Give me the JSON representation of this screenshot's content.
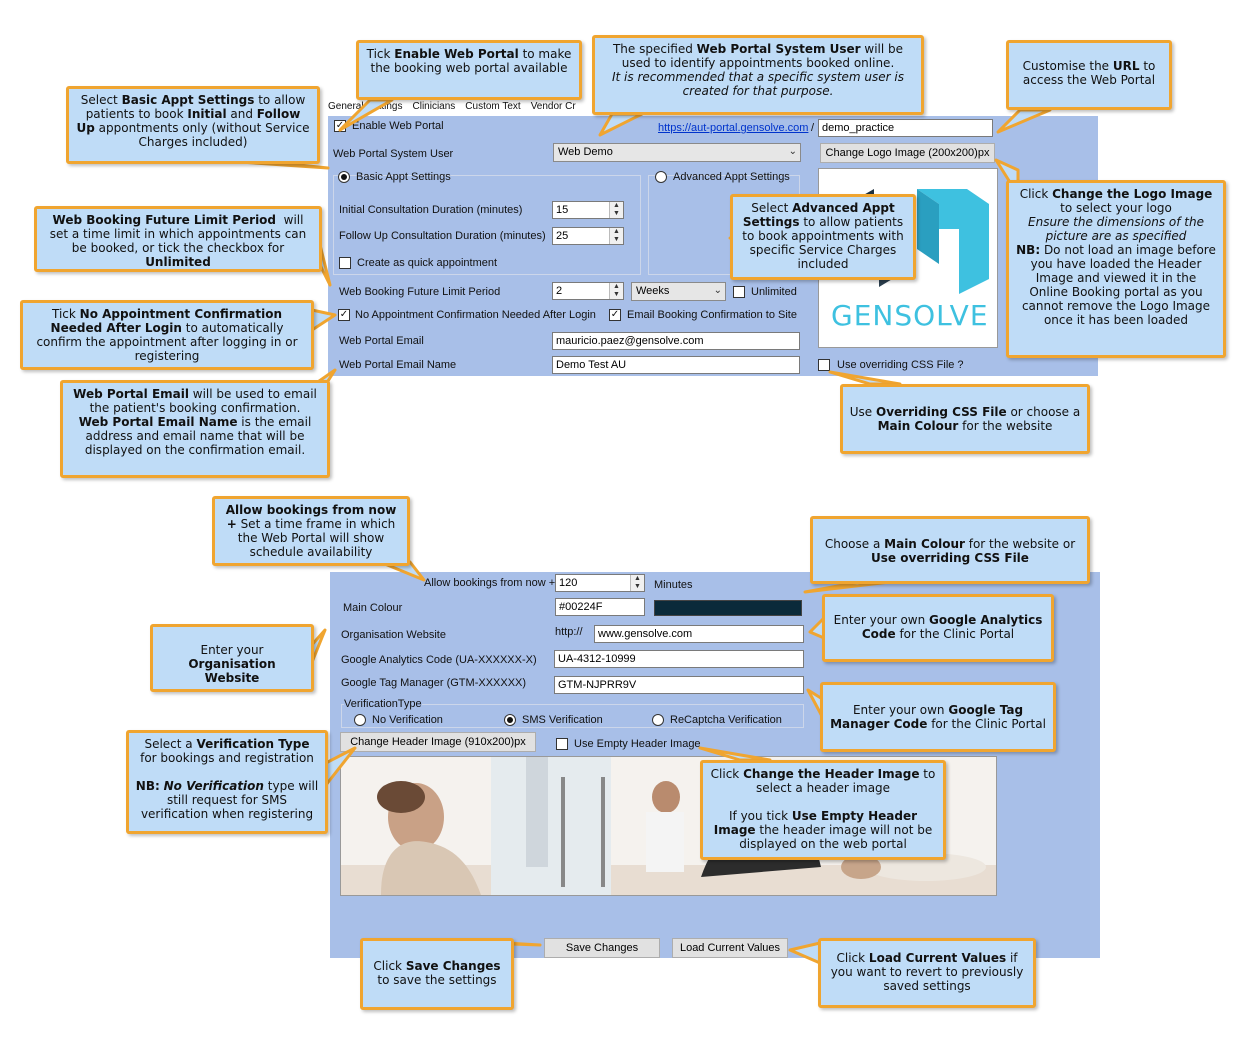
{
  "tabs": [
    "General Settings",
    "Clinicians",
    "Custom Text",
    "Vendor Cr"
  ],
  "top_form": {
    "enable_web_portal_label": "Enable Web Portal",
    "enable_web_portal_checked": true,
    "portal_url": "https://aut-portal.gensolve.com",
    "url_separator": "/",
    "practice_name": "demo_practice",
    "system_user_label": "Web Portal System User",
    "system_user_value": "Web Demo",
    "change_logo_button": "Change Logo Image (200x200)px",
    "basic_appt_label": "Basic Appt Settings",
    "advanced_appt_label": "Advanced Appt Settings",
    "initial_duration_label": "Initial Consultation Duration (minutes)",
    "initial_duration_value": "15",
    "followup_duration_label": "Follow Up Consultation Duration (minutes)",
    "followup_duration_value": "25",
    "quick_appt_label": "Create as quick appointment",
    "future_limit_label": "Web Booking Future Limit Period",
    "future_limit_value": "2",
    "future_limit_unit": "Weeks",
    "unlimited_label": "Unlimited",
    "no_confirm_label": "No Appointment Confirmation Needed After Login",
    "email_confirm_label": "Email Booking Confirmation to Site",
    "portal_email_label": "Web Portal Email",
    "portal_email_value": "mauricio.paez@gensolve.com",
    "portal_email_name_label": "Web Portal Email Name",
    "portal_email_name_value": "Demo Test AU",
    "css_label": "Use overriding CSS File ?",
    "logo_text": "GENSOLVE"
  },
  "bottom_form": {
    "allow_bookings_label": "Allow bookings from now +",
    "allow_bookings_value": "120",
    "minutes_label": "Minutes",
    "main_colour_label": "Main Colour",
    "main_colour_value": "#00224F",
    "main_colour_swatch": "#0a2a3a",
    "org_website_label": "Organisation Website",
    "http_prefix": "http://",
    "org_website_value": "www.gensolve.com",
    "ga_label": "Google Analytics Code (UA-XXXXXX-X)",
    "ga_value": "UA-4312-10999",
    "gtm_label": "Google Tag Manager (GTM-XXXXXX)",
    "gtm_value": "GTM-NJPRR9V",
    "verification_type_label": "VerificationType",
    "no_verification_label": "No Verification",
    "sms_verification_label": "SMS Verification",
    "recaptcha_label": "ReCaptcha Verification",
    "change_header_button": "Change Header Image (910x200)px",
    "empty_header_label": "Use Empty Header Image",
    "save_button": "Save Changes",
    "load_button": "Load Current Values"
  },
  "colors": {
    "panel": "#a8bfe8",
    "callout_bg": "#bfdcf7",
    "callout_border": "#f0a530",
    "logo_teal": "#3ec1e0",
    "logo_dark": "#1e3140"
  }
}
